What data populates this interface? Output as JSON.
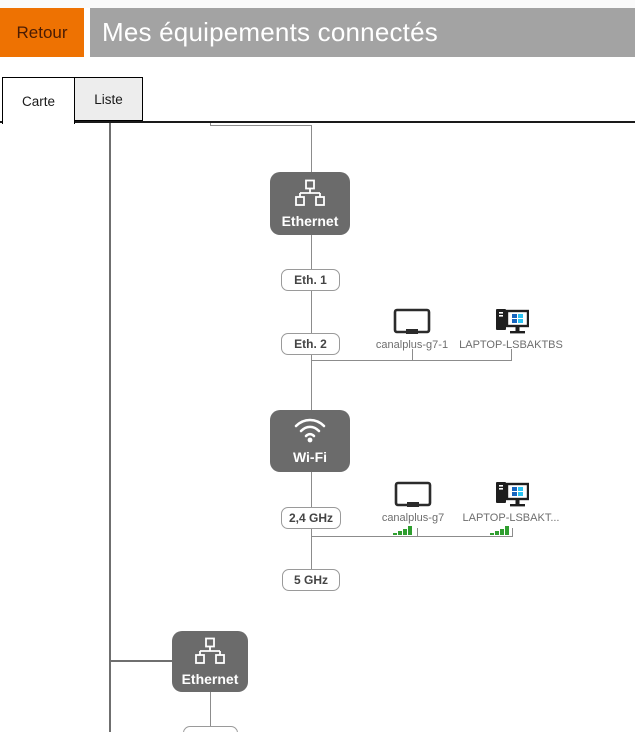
{
  "header": {
    "back_label": "Retour",
    "title": "Mes équipements connectés"
  },
  "tabs": [
    {
      "label": "Carte",
      "active": true
    },
    {
      "label": "Liste",
      "active": false
    }
  ],
  "colors": {
    "accent_orange": "#ee7202",
    "header_gray": "#a3a3a3",
    "node_gray": "#6b6b6b",
    "signal_green": "#2f9e2f",
    "line_gray": "#8c8c8c"
  },
  "diagram": {
    "nodes": [
      {
        "id": "ethernet-1",
        "label": "Ethernet",
        "icon": "lan-icon"
      },
      {
        "id": "wifi",
        "label": "Wi-Fi",
        "icon": "wifi-icon"
      },
      {
        "id": "ethernet-2",
        "label": "Ethernet",
        "icon": "lan-icon"
      }
    ],
    "ports": [
      {
        "label": "Eth. 1"
      },
      {
        "label": "Eth. 2"
      },
      {
        "label": "2,4 GHz"
      },
      {
        "label": "5 GHz"
      }
    ],
    "devices": [
      {
        "name": "canalplus-g7-1",
        "icon": "monitor-icon",
        "connection": "Eth. 2",
        "signal": null
      },
      {
        "name": "LAPTOP-LSBAKTBS",
        "icon": "desktop-icon",
        "connection": "Eth. 2",
        "signal": null
      },
      {
        "name": "canalplus-g7",
        "icon": "monitor-icon",
        "connection": "2,4 GHz",
        "signal": "4-bars"
      },
      {
        "name": "LAPTOP-LSBAKT...",
        "icon": "desktop-icon",
        "connection": "2,4 GHz",
        "signal": "4-bars"
      }
    ]
  }
}
